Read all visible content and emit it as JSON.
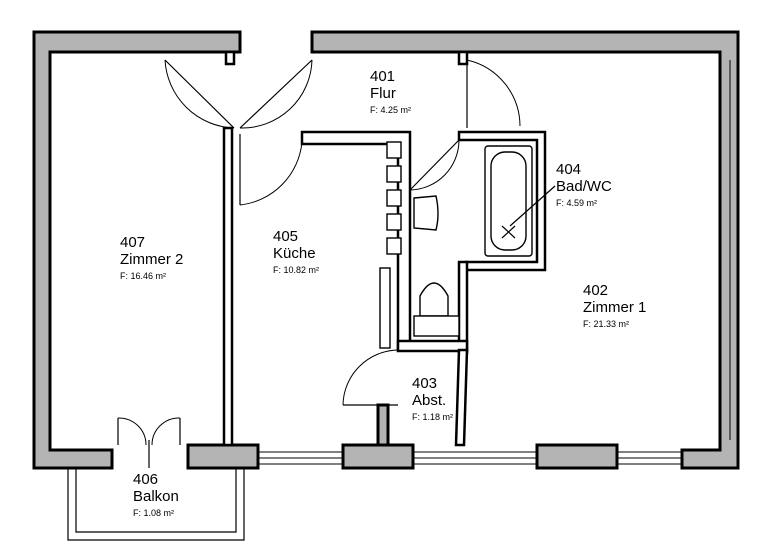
{
  "rooms": [
    {
      "id": "401",
      "name": "Flur",
      "area": "F: 4.25 m²"
    },
    {
      "id": "402",
      "name": "Zimmer 1",
      "area": "F: 21.33 m²"
    },
    {
      "id": "403",
      "name": "Abst.",
      "area": "F: 1.18 m²"
    },
    {
      "id": "404",
      "name": "Bad/WC",
      "area": "F: 4.59 m²"
    },
    {
      "id": "405",
      "name": "Küche",
      "area": "F: 10.82 m²"
    },
    {
      "id": "406",
      "name": "Balkon",
      "area": "F: 1.08 m²"
    },
    {
      "id": "407",
      "name": "Zimmer 2",
      "area": "F: 16.46 m²"
    }
  ],
  "colors": {
    "wall_fill": "#b4b4b4",
    "line": "#000000",
    "background": "#ffffff"
  }
}
